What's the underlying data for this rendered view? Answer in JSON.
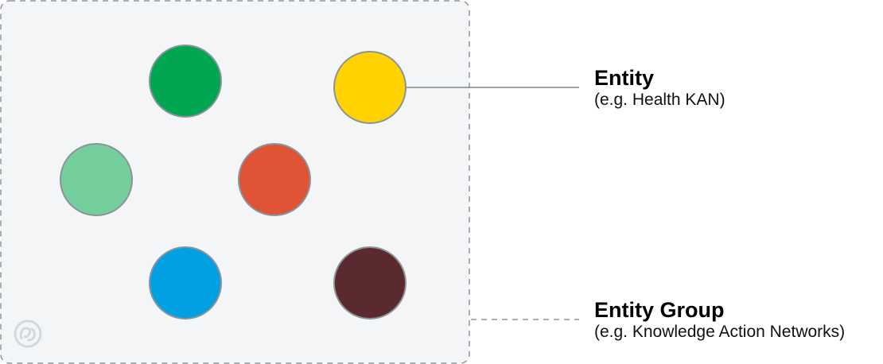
{
  "entity": {
    "title": "Entity",
    "example": "(e.g. Health KAN)"
  },
  "entity_group": {
    "title": "Entity Group",
    "example": "(e.g. Knowledge Action Networks)"
  },
  "colors": {
    "group_fill": "#f4f5f7",
    "group_border": "#8f959b",
    "circle_stroke": "#8a9499",
    "connector": "#7b868c",
    "logo": "#d5d8db"
  },
  "entities": [
    {
      "name": "dark-green",
      "color": "#00a651"
    },
    {
      "name": "yellow",
      "color": "#ffd200"
    },
    {
      "name": "light-green",
      "color": "#74cf9c"
    },
    {
      "name": "red-orange",
      "color": "#df5435"
    },
    {
      "name": "blue",
      "color": "#00a0e3"
    },
    {
      "name": "maroon",
      "color": "#5b2a2e"
    }
  ],
  "logo_icon": "ep-logo-icon"
}
